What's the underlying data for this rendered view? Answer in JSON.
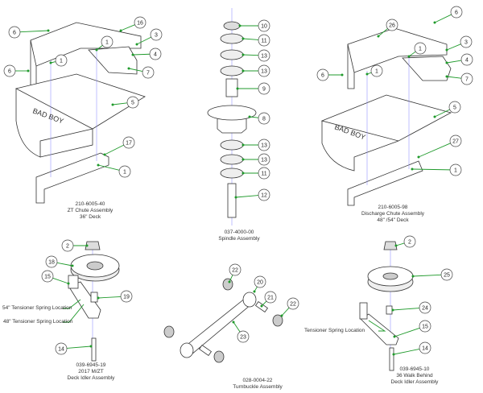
{
  "colors": {
    "leader": "#1f9a2b",
    "centerline": "#8080ff",
    "part": "#333333"
  },
  "assemblies": [
    {
      "part_number": "210-6005-40",
      "name": "ZT Chute Assembly",
      "note": "36\" Deck",
      "callouts": [
        "6",
        "16",
        "1",
        "3",
        "4",
        "1",
        "6",
        "7",
        "5",
        "17",
        "1"
      ]
    },
    {
      "part_number": "037-4000-00",
      "name": "Spindle Assembly",
      "note": "",
      "callouts": [
        "10",
        "11",
        "13",
        "13",
        "9",
        "8",
        "13",
        "13",
        "11",
        "12"
      ]
    },
    {
      "part_number": "210-6005-98",
      "name": "Discharge Chute Assembly",
      "note": "48\" /54\" Deck",
      "callouts": [
        "6",
        "26",
        "3",
        "1",
        "4",
        "6",
        "1",
        "7",
        "5",
        "27",
        "1"
      ]
    },
    {
      "part_number": "039-6945-19",
      "name": "2017 M/ZT",
      "note": "Deck Idler Assembly",
      "callouts": [
        "2",
        "18",
        "15",
        "19",
        "14"
      ]
    },
    {
      "part_number": "028-0004-22",
      "name": "Turnbuckle Assembly",
      "note": "",
      "callouts": [
        "22",
        "20",
        "21",
        "22",
        "23"
      ]
    },
    {
      "part_number": "039-6945-10",
      "name": "36 Walk Behind",
      "note": "Deck Idler Assembly",
      "callouts": [
        "2",
        "25",
        "24",
        "15",
        "14"
      ]
    }
  ],
  "location_labels": [
    "54\" Tensioner Spring Location",
    "48\" Tensioner Spring Location",
    "Tensioner Spring Location"
  ]
}
